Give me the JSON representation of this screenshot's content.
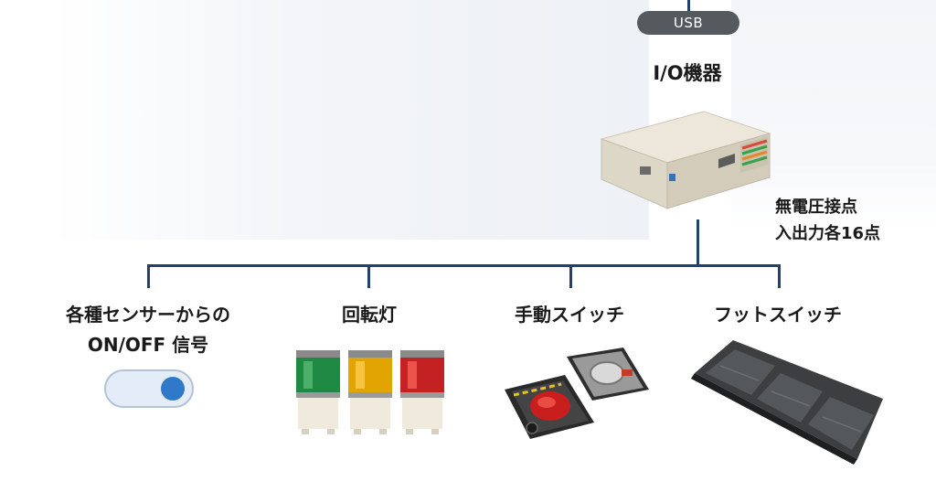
{
  "usb_label": "USB",
  "device": {
    "title": "I/O機器",
    "spec_lines": [
      "無電圧接点",
      "入出力各16点"
    ]
  },
  "connected_devices": [
    {
      "label_lines": [
        "各種センサーからの",
        "ON/OFF 信号"
      ],
      "icon": "toggle-switch-icon"
    },
    {
      "label_lines": [
        "回転灯"
      ],
      "icon": "rotating-lamp-icon"
    },
    {
      "label_lines": [
        "手動スイッチ"
      ],
      "icon": "push-button-icon"
    },
    {
      "label_lines": [
        "フットスイッチ"
      ],
      "icon": "foot-pedal-icon"
    }
  ],
  "colors": {
    "connector_line": "#20406e",
    "usb_badge": "#555a5f",
    "toggle_knob": "#2f79c8"
  }
}
